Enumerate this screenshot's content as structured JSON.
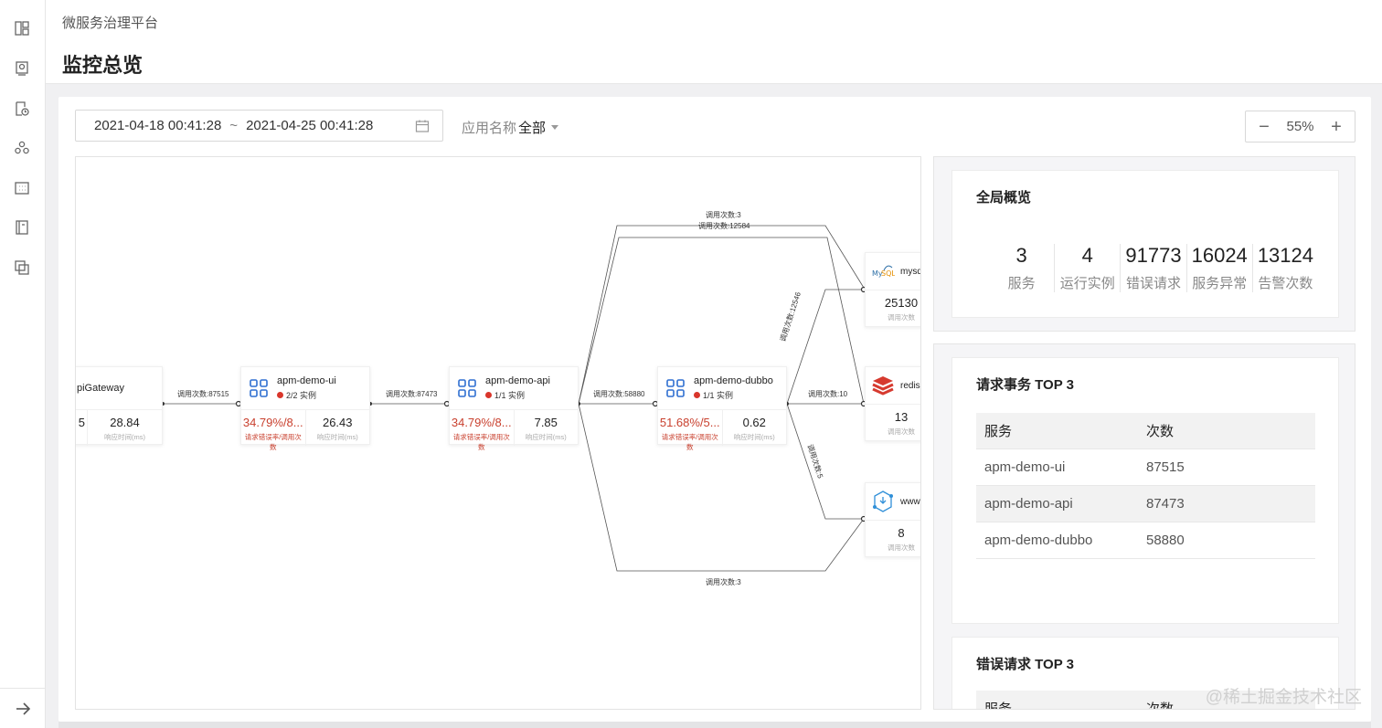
{
  "app": {
    "name": "微服务治理平台",
    "page_title": "监控总览"
  },
  "rail": {
    "items": [
      "dashboard-icon",
      "monitor-icon",
      "report-clock-icon",
      "cluster-icon",
      "grid-icon",
      "book-icon",
      "copy-icon"
    ],
    "collapse": "arrow-right-icon"
  },
  "toolbar": {
    "date_start": "2021-04-18 00:41:28",
    "date_sep": "~",
    "date_end": "2021-04-25 00:41:28",
    "app_filter_label": "应用名称",
    "app_filter_value": "全部",
    "zoom": "55%"
  },
  "topology": {
    "nodes": [
      {
        "name": "piGateway",
        "m1_val": "5",
        "m2_val": "28.84",
        "m2_label": "响应时间(ms)"
      },
      {
        "name": "apm-demo-ui",
        "instances": "2/2 实例",
        "err_rate": "34.79%/8...",
        "err_label": "请求错误率/调用次数",
        "resp": "26.43",
        "resp_label": "响应时间(ms)"
      },
      {
        "name": "apm-demo-api",
        "instances": "1/1 实例",
        "err_rate": "34.79%/8...",
        "err_label": "请求错误率/调用次数",
        "resp": "7.85",
        "resp_label": "响应时间(ms)"
      },
      {
        "name": "apm-demo-dubbo",
        "instances": "1/1 实例",
        "err_rate": "51.68%/5...",
        "err_label": "请求错误率/调用次数",
        "resp": "0.62",
        "resp_label": "响应时间(ms)"
      }
    ],
    "resources": [
      {
        "name": "mysq",
        "val": "25130",
        "label": "调用次数"
      },
      {
        "name": "redis",
        "val": "13",
        "label": "调用次数"
      },
      {
        "name": "www",
        "val": "8",
        "label": "调用次数"
      }
    ],
    "edges": {
      "gw_ui": "调用次数:87515",
      "ui_api": "调用次数:87473",
      "api_dubbo": "调用次数:58880",
      "api_mysql_top1": "调用次数:3",
      "api_mysql_top2": "调用次数:12584",
      "dubbo_mysql": "调用次数:12546",
      "dubbo_redis": "调用次数:10",
      "dubbo_www": "调用次数:5",
      "api_www_bottom": "调用次数:3"
    }
  },
  "overview": {
    "title": "全局概览",
    "stats": [
      {
        "value": "3",
        "label": "服务"
      },
      {
        "value": "4",
        "label": "运行实例"
      },
      {
        "value": "91773",
        "label": "错误请求"
      },
      {
        "value": "16024",
        "label": "服务异常"
      },
      {
        "value": "13124",
        "label": "告警次数"
      }
    ]
  },
  "top_requests": {
    "title": "请求事务 TOP 3",
    "col_service": "服务",
    "col_count": "次数",
    "rows": [
      {
        "service": "apm-demo-ui",
        "count": "87515"
      },
      {
        "service": "apm-demo-api",
        "count": "87473"
      },
      {
        "service": "apm-demo-dubbo",
        "count": "58880"
      }
    ]
  },
  "top_errors": {
    "title": "错误请求 TOP 3",
    "col_service": "服务",
    "col_count": "次数"
  },
  "watermark": "@稀土掘金技术社区"
}
